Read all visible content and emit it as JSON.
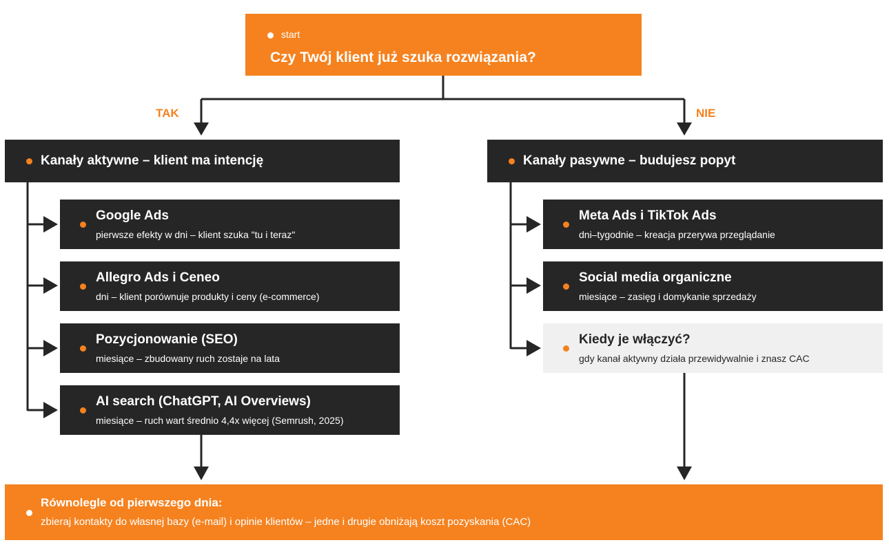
{
  "start": {
    "tag": "start",
    "question": "Czy Twój klient już szuka rozwiązania?"
  },
  "branches": {
    "yes_label": "TAK",
    "no_label": "NIE"
  },
  "active": {
    "header": "Kanały aktywne – klient ma intencję",
    "items": [
      {
        "title": "Google Ads",
        "desc": "pierwsze efekty w dni – klient szuka \"tu i teraz\""
      },
      {
        "title": "Allegro Ads i Ceneo",
        "desc": "dni – klient porównuje produkty i ceny (e-commerce)"
      },
      {
        "title": "Pozycjonowanie (SEO)",
        "desc": "miesiące – zbudowany ruch zostaje na lata"
      },
      {
        "title": "AI search (ChatGPT, AI Overviews)",
        "desc": "miesiące – ruch wart średnio 4,4x więcej (Semrush, 2025)"
      }
    ]
  },
  "passive": {
    "header": "Kanały pasywne – budujesz popyt",
    "items": [
      {
        "title": "Meta Ads i TikTok Ads",
        "desc": "dni–tygodnie – kreacja przerywa przeglądanie"
      },
      {
        "title": "Social media organiczne",
        "desc": "miesiące – zasięg i domykanie sprzedaży"
      },
      {
        "title": "Kiedy je włączyć?",
        "desc": "gdy kanał aktywny działa przewidywalnie i znasz CAC"
      }
    ]
  },
  "bottom": {
    "title": "Równolegle od pierwszego dnia:",
    "desc": "zbieraj kontakty do własnej bazy (e-mail) i opinie klientów – jedne i drugie obniżają koszt pozyskania (CAC)"
  },
  "colors": {
    "accent": "#f5821f",
    "dark": "#262626",
    "light": "#f0f0f0"
  }
}
